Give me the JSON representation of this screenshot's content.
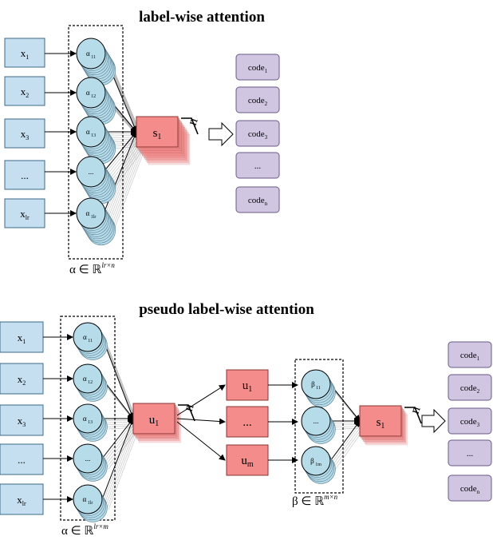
{
  "top": {
    "title": "label-wise attention",
    "inputs": [
      {
        "base": "x",
        "sub": "1"
      },
      {
        "base": "x",
        "sub": "2"
      },
      {
        "base": "x",
        "sub": "3"
      },
      {
        "base": "...",
        "sub": ""
      },
      {
        "base": "x",
        "sub": "lr"
      }
    ],
    "alphas": [
      {
        "base": "α",
        "sub": " 11"
      },
      {
        "base": "α",
        "sub": " 12"
      },
      {
        "base": "α",
        "sub": " 13"
      },
      {
        "base": "...",
        "sub": ""
      },
      {
        "base": "α",
        "sub": " 1lr"
      }
    ],
    "s_label": {
      "base": "s",
      "sub": "1"
    },
    "n_label": "n",
    "codes": [
      {
        "base": "code",
        "sub": "1"
      },
      {
        "base": "code",
        "sub": "2"
      },
      {
        "base": "code",
        "sub": "3"
      },
      {
        "base": "...",
        "sub": ""
      },
      {
        "base": "code",
        "sub": "n"
      }
    ],
    "matrix_label": {
      "sym": "α ∈ ℝ",
      "sup": "lr×n"
    }
  },
  "bottom": {
    "title": "pseudo label-wise attention",
    "inputs": [
      {
        "base": "x",
        "sub": "1"
      },
      {
        "base": "x",
        "sub": "2"
      },
      {
        "base": "x",
        "sub": "3"
      },
      {
        "base": "...",
        "sub": ""
      },
      {
        "base": "x",
        "sub": "lr"
      }
    ],
    "alphas": [
      {
        "base": "α",
        "sub": " 11"
      },
      {
        "base": "α",
        "sub": " 12"
      },
      {
        "base": "α",
        "sub": " 13"
      },
      {
        "base": "...",
        "sub": ""
      },
      {
        "base": "α",
        "sub": " 1lr"
      }
    ],
    "u1_label": {
      "base": "u",
      "sub": "1"
    },
    "n_label_1": "n",
    "us": [
      {
        "base": "u",
        "sub": "1"
      },
      {
        "base": "...",
        "sub": ""
      },
      {
        "base": "u",
        "sub": "m"
      }
    ],
    "betas": [
      {
        "base": "β",
        "sub": " 11"
      },
      {
        "base": "...",
        "sub": ""
      },
      {
        "base": "β",
        "sub": " 1m"
      }
    ],
    "s_label": {
      "base": "s",
      "sub": "1"
    },
    "n_label_2": "n",
    "codes": [
      {
        "base": "code",
        "sub": "1"
      },
      {
        "base": "code",
        "sub": "2"
      },
      {
        "base": "code",
        "sub": "3"
      },
      {
        "base": "...",
        "sub": ""
      },
      {
        "base": "code",
        "sub": "n"
      }
    ],
    "alpha_matrix_label": {
      "sym": "α ∈ ℝ",
      "sup": "lr×m"
    },
    "beta_matrix_label": {
      "sym": "β ∈ ℝ",
      "sup": "m×n"
    }
  },
  "colors": {
    "input_fill": "#c5dff0",
    "input_stroke": "#3d6a8a",
    "circle_fill": "#b6dcea",
    "s_fill": "#f48c8c",
    "s_stroke": "#8a3535",
    "code_fill": "#d0c6e2",
    "code_stroke": "#6a5a86"
  }
}
